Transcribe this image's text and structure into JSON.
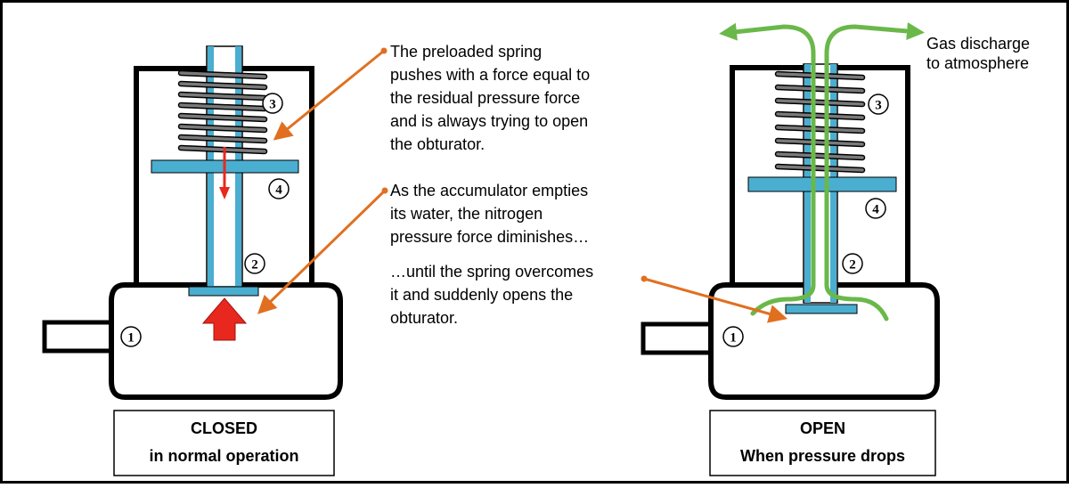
{
  "colors": {
    "stem": "#4aaed0",
    "green": "#6ab84a",
    "orange": "#e07020",
    "red": "#e8281e",
    "outline": "#000000",
    "spring": "#7a7a7a"
  },
  "left": {
    "labels": [
      "1",
      "2",
      "3",
      "4"
    ],
    "caption_line1": "CLOSED",
    "caption_line2": "in normal operation"
  },
  "right": {
    "labels": [
      "1",
      "2",
      "3",
      "4"
    ],
    "caption_line1": "OPEN",
    "caption_line2": "When pressure drops",
    "gas_line1": "Gas discharge",
    "gas_line2": "to atmosphere"
  },
  "notes": {
    "spring_lines": [
      "The preloaded spring",
      "pushes with a force equal to",
      "the residual pressure force",
      "and is always trying to open",
      "the obturator."
    ],
    "accumulator_lines": [
      "As the accumulator empties",
      "its water, the nitrogen",
      "pressure force diminishes…"
    ],
    "until_lines": [
      "…until the spring overcomes",
      "it and suddenly opens the",
      "obturator."
    ]
  }
}
